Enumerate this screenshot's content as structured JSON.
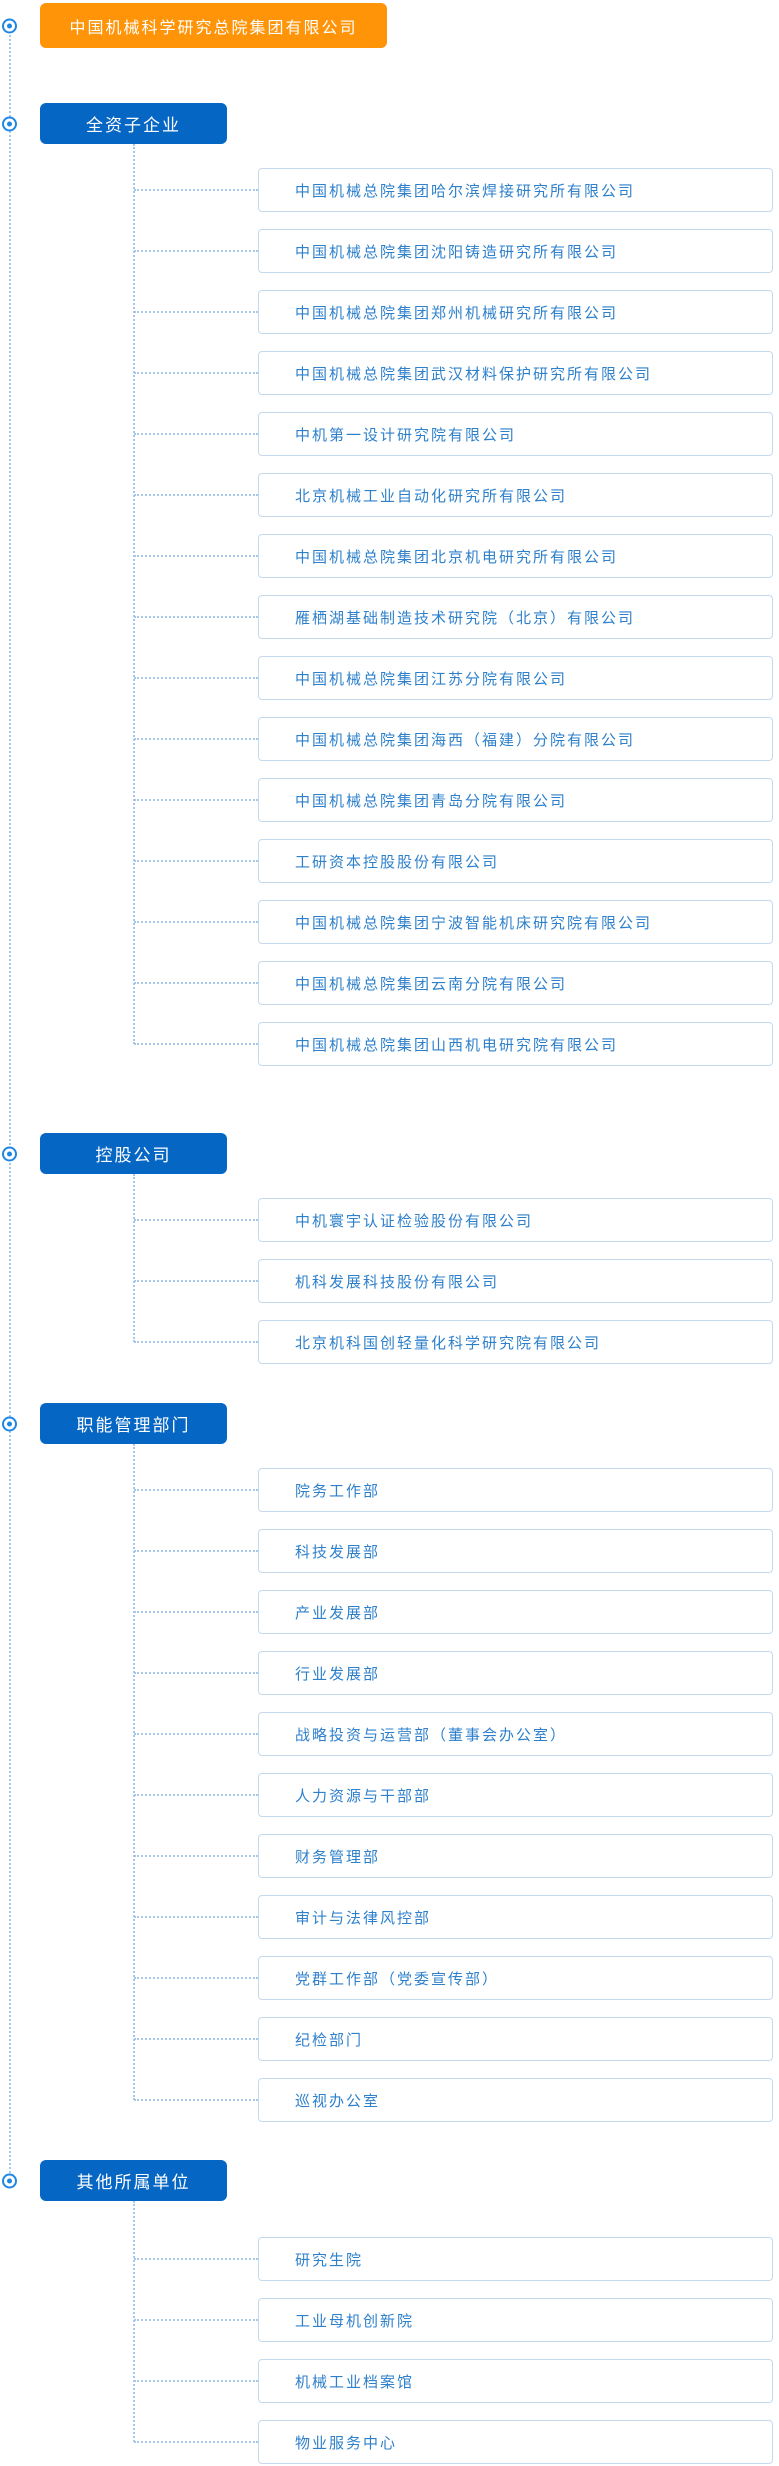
{
  "root": {
    "label": "中国机械科学研究总院集团有限公司"
  },
  "sections": [
    {
      "label": "全资子企业",
      "items": [
        "中国机械总院集团哈尔滨焊接研究所有限公司",
        "中国机械总院集团沈阳铸造研究所有限公司",
        "中国机械总院集团郑州机械研究所有限公司",
        "中国机械总院集团武汉材料保护研究所有限公司",
        "中机第一设计研究院有限公司",
        "北京机械工业自动化研究所有限公司",
        "中国机械总院集团北京机电研究所有限公司",
        "雁栖湖基础制造技术研究院（北京）有限公司",
        "中国机械总院集团江苏分院有限公司",
        "中国机械总院集团海西（福建）分院有限公司",
        "中国机械总院集团青岛分院有限公司",
        "工研资本控股股份有限公司",
        "中国机械总院集团宁波智能机床研究院有限公司",
        "中国机械总院集团云南分院有限公司",
        "中国机械总院集团山西机电研究院有限公司"
      ]
    },
    {
      "label": "控股公司",
      "items": [
        "中机寰宇认证检验股份有限公司",
        "机科发展科技股份有限公司",
        "北京机科国创轻量化科学研究院有限公司"
      ]
    },
    {
      "label": "职能管理部门",
      "items": [
        "院务工作部",
        "科技发展部",
        "产业发展部",
        "行业发展部",
        "战略投资与运营部（董事会办公室）",
        "人力资源与干部部",
        "财务管理部",
        "审计与法律风控部",
        "党群工作部（党委宣传部）",
        "纪检部门",
        "巡视办公室"
      ]
    },
    {
      "label": "其他所属单位",
      "items": [
        "研究生院",
        "工业母机创新院",
        "机械工业档案馆",
        "物业服务中心"
      ]
    }
  ],
  "icons": {
    "node_marker": "bullseye-icon"
  },
  "colors": {
    "root_bg": "#FF9408",
    "category_bg": "#0666C4",
    "item_text": "#2E80CB",
    "item_border": "#C5D9EE",
    "connector": "#A8C8EA",
    "marker": "#1E87E6"
  }
}
